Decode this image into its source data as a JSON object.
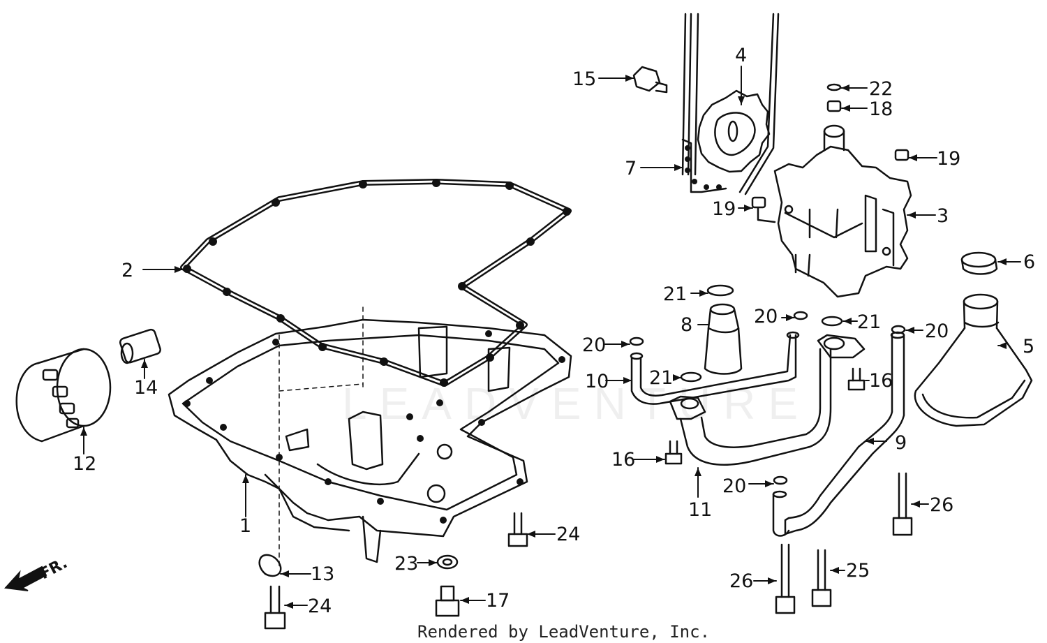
{
  "diagram": {
    "callouts": [
      {
        "id": "1",
        "text": "1"
      },
      {
        "id": "2",
        "text": "2"
      },
      {
        "id": "3",
        "text": "3"
      },
      {
        "id": "4",
        "text": "4"
      },
      {
        "id": "5",
        "text": "5"
      },
      {
        "id": "6",
        "text": "6"
      },
      {
        "id": "7",
        "text": "7"
      },
      {
        "id": "8",
        "text": "8"
      },
      {
        "id": "9",
        "text": "9"
      },
      {
        "id": "10",
        "text": "10"
      },
      {
        "id": "11",
        "text": "11"
      },
      {
        "id": "12",
        "text": "12"
      },
      {
        "id": "13",
        "text": "13"
      },
      {
        "id": "14",
        "text": "14"
      },
      {
        "id": "15",
        "text": "15"
      },
      {
        "id": "16a",
        "text": "16"
      },
      {
        "id": "16b",
        "text": "16"
      },
      {
        "id": "17",
        "text": "17"
      },
      {
        "id": "18",
        "text": "18"
      },
      {
        "id": "19a",
        "text": "19"
      },
      {
        "id": "19b",
        "text": "19"
      },
      {
        "id": "20a",
        "text": "20"
      },
      {
        "id": "20b",
        "text": "20"
      },
      {
        "id": "20c",
        "text": "20"
      },
      {
        "id": "20d",
        "text": "20"
      },
      {
        "id": "21a",
        "text": "21"
      },
      {
        "id": "21b",
        "text": "21"
      },
      {
        "id": "21c",
        "text": "21"
      },
      {
        "id": "22",
        "text": "22"
      },
      {
        "id": "23",
        "text": "23"
      },
      {
        "id": "24a",
        "text": "24"
      },
      {
        "id": "24b",
        "text": "24"
      },
      {
        "id": "25",
        "text": "25"
      },
      {
        "id": "26a",
        "text": "26"
      },
      {
        "id": "26b",
        "text": "26"
      }
    ],
    "direction_marker": "FR.",
    "credit": "Rendered by LeadVenture, Inc.",
    "watermark": "LEADVENTURE"
  }
}
